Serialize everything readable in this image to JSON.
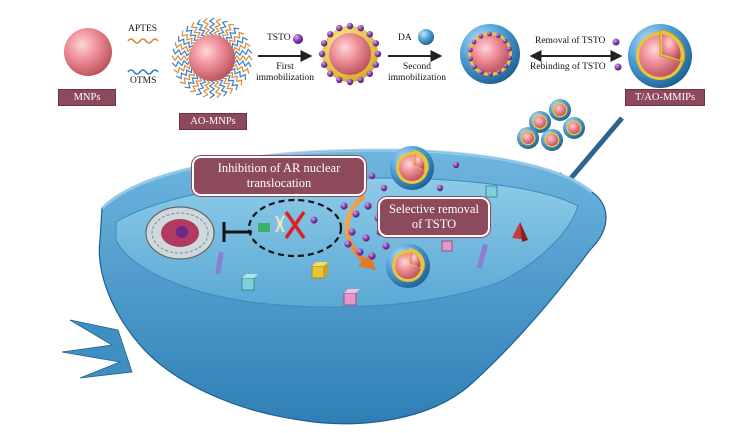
{
  "labels": {
    "aptes": "APTES",
    "otms": "OTMS",
    "tsto": "TSTO",
    "first_immobilization": "First\nimmobilization",
    "da": "DA",
    "second_immobilization": "Second\nimmobilization",
    "removal": "Removal of TSTO",
    "rebinding": "Rebinding of TSTO"
  },
  "tags": {
    "mnps": "MNPs",
    "ao_mnps": "AO-MNPs",
    "t_ao_mmips": "T/AO-MMIPs"
  },
  "callouts": {
    "inhibition": "Inhibition of AR nuclear translocation",
    "selective_removal": "Selective removal of TSTO"
  },
  "colors": {
    "particle_core": "#e8868e",
    "shell_yellow": "#e8c53a",
    "shell_blue": "#3a8fc4",
    "tsto_purple": "#7b3fa0",
    "cell_blue": "#4f9fd0",
    "tag_fill": "#8c4a5c",
    "aptes_chain": "#d98a3a",
    "otms_chain": "#3a7fc4"
  }
}
